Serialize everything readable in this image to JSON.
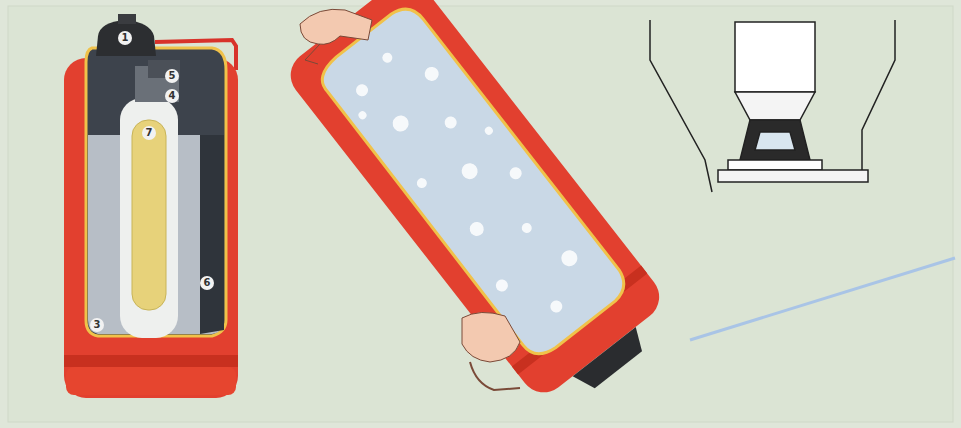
{
  "diagram": {
    "labels": [
      "1",
      "5",
      "4",
      "7",
      "6",
      "3"
    ]
  }
}
